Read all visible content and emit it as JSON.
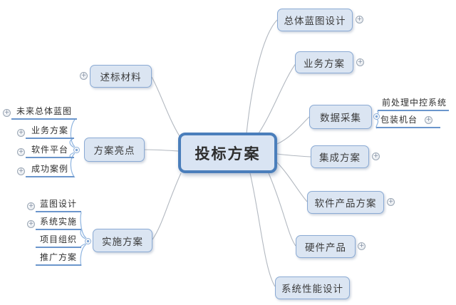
{
  "diagram": {
    "center": {
      "label": "投标方案"
    },
    "right": [
      {
        "label": "总体蓝图设计"
      },
      {
        "label": "业务方案"
      },
      {
        "label": "数据采集",
        "children": [
          {
            "label": "前处理中控系统"
          },
          {
            "label": "包装机台"
          }
        ]
      },
      {
        "label": "集成方案"
      },
      {
        "label": "软件产品方案"
      },
      {
        "label": "硬件产品"
      },
      {
        "label": "系统性能设计"
      }
    ],
    "left": [
      {
        "label": "述标材料"
      },
      {
        "label": "方案亮点",
        "children": [
          {
            "label": "未来总体蓝图"
          },
          {
            "label": "业务方案"
          },
          {
            "label": "软件平台"
          },
          {
            "label": "成功案例"
          }
        ]
      },
      {
        "label": "实施方案",
        "children": [
          {
            "label": "蓝图设计"
          },
          {
            "label": "系统实施"
          },
          {
            "label": "项目组织"
          },
          {
            "label": "推广方案"
          }
        ]
      }
    ]
  },
  "icons": {
    "expand_glyph": "+"
  },
  "colors": {
    "background": "#ffffff",
    "center_fill": "#d9e4f3",
    "center_border": "#4a7ebb",
    "node_fill": "#dbe5f2",
    "node_border": "#8aaad4",
    "leaf_underline": "#6b96cc",
    "edge": "#b2b8c0"
  }
}
